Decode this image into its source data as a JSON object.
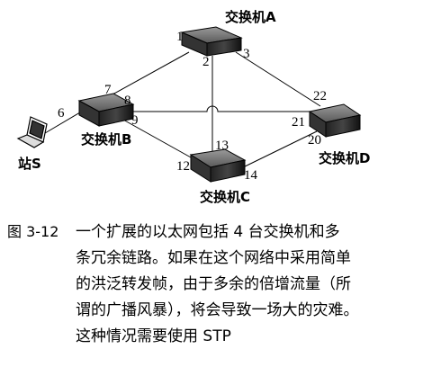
{
  "switches": [
    {
      "id": "A",
      "label": "交换机A"
    },
    {
      "id": "B",
      "label": "交换机B"
    },
    {
      "id": "C",
      "label": "交换机C"
    },
    {
      "id": "D",
      "label": "交换机D"
    }
  ],
  "station": {
    "label": "站S"
  },
  "ports": {
    "a1": "1",
    "a2": "2",
    "a3": "3",
    "b6": "6",
    "b7": "7",
    "b8": "8",
    "b9": "9",
    "c12": "12",
    "c13": "13",
    "c14": "14",
    "d20": "20",
    "d21": "21",
    "d22": "22"
  },
  "caption": {
    "figure_number": "图 3-12",
    "lines": [
      "一个扩展的以太网包括 4 台交换机和多",
      "条冗余链路。如果在这个网络中采用简单",
      "的洪泛转发帧，由于多余的倍增流量（所",
      "谓的广播风暴），将会导致一场大的灾难。",
      "这种情况需要使用 STP"
    ]
  }
}
